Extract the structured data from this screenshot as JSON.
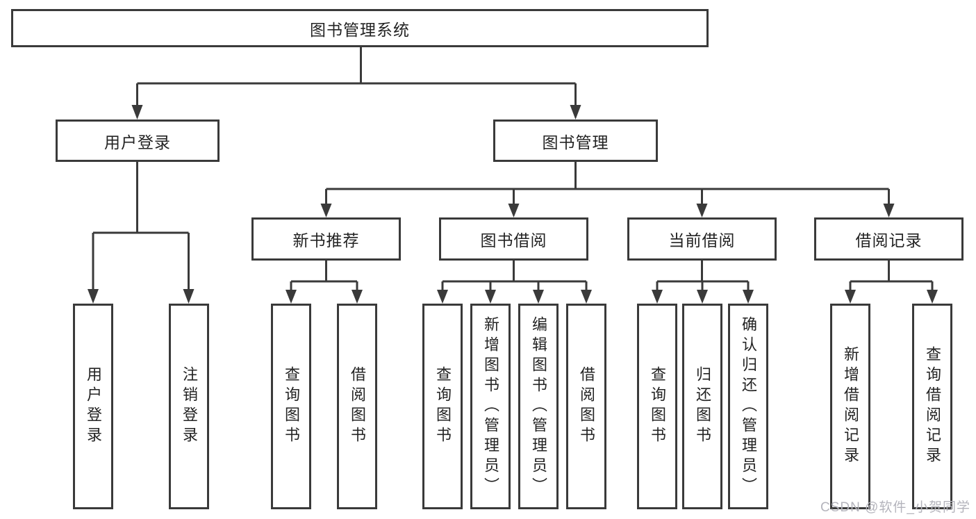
{
  "diagram_title": "图书管理系统",
  "tree": {
    "label": "图书管理系统",
    "children": [
      {
        "label": "用户登录",
        "children": [
          {
            "label": "用户登录"
          },
          {
            "label": "注销登录"
          }
        ]
      },
      {
        "label": "图书管理",
        "children": [
          {
            "label": "新书推荐",
            "children": [
              {
                "label": "查询图书"
              },
              {
                "label": "借阅图书"
              }
            ]
          },
          {
            "label": "图书借阅",
            "children": [
              {
                "label": "查询图书"
              },
              {
                "label": "新增图书（管理员）"
              },
              {
                "label": "编辑图书（管理员）"
              },
              {
                "label": "借阅图书"
              }
            ]
          },
          {
            "label": "当前借阅",
            "children": [
              {
                "label": "查询图书"
              },
              {
                "label": "归还图书"
              },
              {
                "label": "确认归还（管理员）"
              }
            ]
          },
          {
            "label": "借阅记录",
            "children": [
              {
                "label": "新增借阅记录"
              },
              {
                "label": "查询借阅记录"
              }
            ]
          }
        ]
      }
    ]
  },
  "watermark": {
    "text": "CSDN @软件_小贺同学"
  },
  "colors": {
    "line": "#3a3a3a",
    "box_border": "#3a3a3a",
    "text": "#232323",
    "watermark": "#b4b4bc",
    "background": "#ffffff"
  }
}
